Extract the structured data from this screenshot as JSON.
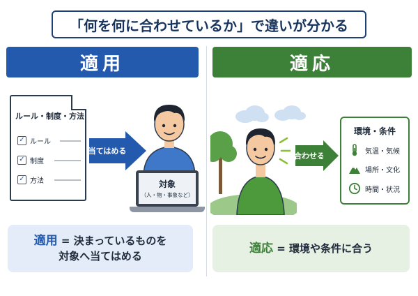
{
  "title": "「何を何に合わせているか」で違いが分かる",
  "left": {
    "header": "適用",
    "document": {
      "title": "ルール・制度・方法",
      "items": [
        "ルール",
        "制度",
        "方法"
      ]
    },
    "arrow_label": "当てはめる",
    "laptop": {
      "title": "対象",
      "subtitle": "（人・物・事象など）"
    },
    "summary": {
      "keyword": "適用",
      "equals": " = ",
      "line1_rest": "決まっているものを",
      "line2": "対象へ当てはめる"
    }
  },
  "right": {
    "header": "適応",
    "arrow_label": "合わせる",
    "environment": {
      "title": "環境・条件",
      "items": [
        {
          "icon": "thermometer-icon",
          "label": "気温・気候"
        },
        {
          "icon": "mountain-icon",
          "label": "場所・文化"
        },
        {
          "icon": "clock-icon",
          "label": "時間・状況"
        }
      ]
    },
    "summary": {
      "keyword": "適応",
      "equals": " = ",
      "rest": "環境や条件に合う"
    }
  },
  "colors": {
    "navy": "#1d3f75",
    "blue": "#245aad",
    "green": "#3d8037",
    "light_blue_bg": "#e3ecf8",
    "light_green_bg": "#e6f1e3"
  }
}
